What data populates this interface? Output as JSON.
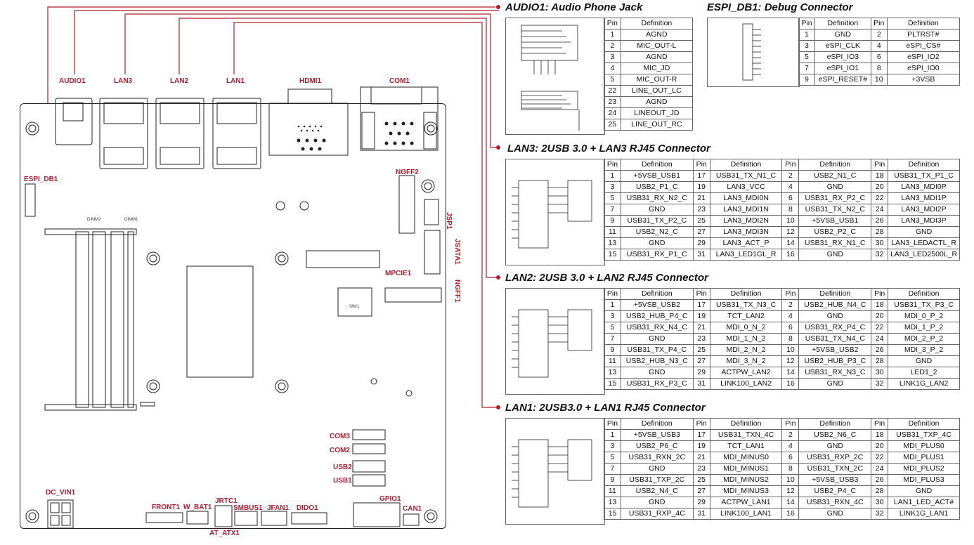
{
  "board_labels": {
    "audio1": "AUDIO1",
    "lan3": "LAN3",
    "lan2": "LAN2",
    "lan1": "LAN1",
    "hdmi1": "HDMI1",
    "com1": "COM1",
    "espi_db1": "ESPI_DB1",
    "ngff2": "NGFF2",
    "jsp1": "JSP1",
    "jsata1": "JSATA1",
    "ngff1": "NGFF1",
    "mpcie1": "MPCIE1",
    "sim1": "SIM1",
    "dimm1": "DIMM1",
    "dimm2": "DIMM2",
    "com3": "COM3",
    "com2": "COM2",
    "usb2": "USB2",
    "usb1": "USB1",
    "dc_vin1": "DC_VIN1",
    "front1": "FRONT1",
    "w_bat1": "W_BAT1",
    "jrtc1": "JRTC1",
    "smbus1": "SMBUS1",
    "jfan1": "JFAN1",
    "dido1": "DIDO1",
    "gpio1": "GPIO1",
    "can1": "CAN1",
    "at_atx1": "AT_ATX1"
  },
  "audio1": {
    "title": "AUDIO1: Audio Phone Jack",
    "header": [
      "Pin",
      "Definition"
    ],
    "rows": [
      [
        "1",
        "AGND"
      ],
      [
        "2",
        "MIC_OUT-L"
      ],
      [
        "3",
        "AGND"
      ],
      [
        "4",
        "MIC_JD"
      ],
      [
        "5",
        "MIC_OUT-R"
      ],
      [
        "22",
        "LINE_OUT_LC"
      ],
      [
        "23",
        "AGND"
      ],
      [
        "24",
        "LINEOUT_JD"
      ],
      [
        "25",
        "LINE_OUT_RC"
      ]
    ]
  },
  "espi": {
    "title": "ESPI_DB1: Debug Connector",
    "header": [
      "Pin",
      "Definition",
      "Pin",
      "Definition"
    ],
    "rows": [
      [
        "1",
        "GND",
        "2",
        "PLTRST#"
      ],
      [
        "3",
        "eSPI_CLK",
        "4",
        "eSPI_CS#"
      ],
      [
        "5",
        "eSPI_IO3",
        "6",
        "eSPI_IO2"
      ],
      [
        "7",
        "eSPI_IO1",
        "8",
        "eSPI_IO0"
      ],
      [
        "9",
        "eSPI_RESET#",
        "10",
        "+3VSB"
      ]
    ]
  },
  "lan3": {
    "title": "LAN3: 2USB 3.0 + LAN3 RJ45 Connector",
    "header": [
      "Pin",
      "Definition",
      "Pin",
      "Definition",
      "Pin",
      "Definition",
      "Pin",
      "Definition"
    ],
    "rows": [
      [
        "1",
        "+5VSB_USB1",
        "17",
        "USB31_TX_N1_C",
        "2",
        "USB2_N1_C",
        "18",
        "USB31_TX_P1_C"
      ],
      [
        "3",
        "USB2_P1_C",
        "19",
        "LAN3_VCC",
        "4",
        "GND",
        "20",
        "LAN3_MDI0P"
      ],
      [
        "5",
        "USB31_RX_N2_C",
        "21",
        "LAN3_MDI0N",
        "6",
        "USB31_RX_P2_C",
        "22",
        "LAN3_MDI1P"
      ],
      [
        "7",
        "GND",
        "23",
        "LAN3_MDI1N",
        "8",
        "USB31_TX_N2_C",
        "24",
        "LAN3_MDI2P"
      ],
      [
        "9",
        "USB31_TX_P2_C",
        "25",
        "LAN3_MDI2N",
        "10",
        "+5VSB_USB1",
        "26",
        "LAN3_MDI3P"
      ],
      [
        "11",
        "USB2_N2_C",
        "27",
        "LAN3_MDI3N",
        "12",
        "USB2_P2_C",
        "28",
        "GND"
      ],
      [
        "13",
        "GND",
        "29",
        "LAN3_ACT_P",
        "14",
        "USB31_RX_N1_C",
        "30",
        "LAN3_LEDACTL_R"
      ],
      [
        "15",
        "USB31_RX_P1_C",
        "31",
        "LAN3_LED1GL_R",
        "16",
        "GND",
        "32",
        "LAN3_LED2500L_R"
      ]
    ]
  },
  "lan2": {
    "title": "LAN2: 2USB 3.0 + LAN2 RJ45 Connector",
    "header": [
      "Pin",
      "Definition",
      "Pin",
      "Definition",
      "Pin",
      "Definition",
      "Pin",
      "Definition"
    ],
    "rows": [
      [
        "1",
        "+5VSB_USB2",
        "17",
        "USB31_TX_N3_C",
        "2",
        "USB2_HUB_N4_C",
        "18",
        "USB31_TX_P3_C"
      ],
      [
        "3",
        "USB2_HUB_P4_C",
        "19",
        "TCT_LAN2",
        "4",
        "GND",
        "20",
        "MDI_0_P_2"
      ],
      [
        "5",
        "USB31_RX_N4_C",
        "21",
        "MDI_0_N_2",
        "6",
        "USB31_RX_P4_C",
        "22",
        "MDI_1_P_2"
      ],
      [
        "7",
        "GND",
        "23",
        "MDI_1_N_2",
        "8",
        "USB31_TX_N4_C",
        "24",
        "MDI_2_P_2"
      ],
      [
        "9",
        "USB31_TX_P4_C",
        "25",
        "MDI_2_N_2",
        "10",
        "+5VSB_USB2",
        "26",
        "MDI_3_P_2"
      ],
      [
        "11",
        "USB2_HUB_N3_C",
        "27",
        "MDI_3_N_2",
        "12",
        "USB2_HUB_P3_C",
        "28",
        "GND"
      ],
      [
        "13",
        "GND",
        "29",
        "ACTPW_LAN2",
        "14",
        "USB31_RX_N3_C",
        "30",
        "LED1_2"
      ],
      [
        "15",
        "USB31_RX_P3_C",
        "31",
        "LINK100_LAN2",
        "16",
        "GND",
        "32",
        "LINK1G_LAN2"
      ]
    ]
  },
  "lan1": {
    "title": "LAN1: 2USB3.0 + LAN1 RJ45 Connector",
    "header": [
      "Pin",
      "Definition",
      "Pin",
      "Definition",
      "Pin",
      "Definition",
      "Pin",
      "Definition"
    ],
    "rows": [
      [
        "1",
        "+5VSB_USB3",
        "17",
        "USB31_TXN_4C",
        "2",
        "USB2_N6_C",
        "18",
        "USB31_TXP_4C"
      ],
      [
        "3",
        "USB2_P6_C",
        "19",
        "TCT_LAN1",
        "4",
        "GND",
        "20",
        "MDI_PLUS0"
      ],
      [
        "5",
        "USB31_RXN_2C",
        "21",
        "MDI_MINUS0",
        "6",
        "USB31_RXP_2C",
        "22",
        "MDI_PLUS1"
      ],
      [
        "7",
        "GND",
        "23",
        "MDI_MINUS1",
        "8",
        "USB31_TXN_2C",
        "24",
        "MDI_PLUS2"
      ],
      [
        "9",
        "USB31_TXP_2C",
        "25",
        "MDI_MINUS2",
        "10",
        "+5VSB_USB3",
        "26",
        "MDI_PLUS3"
      ],
      [
        "11",
        "USB2_N4_C",
        "27",
        "MDI_MINUS3",
        "12",
        "USB2_P4_C",
        "28",
        "GND"
      ],
      [
        "13",
        "GND",
        "29",
        "ACTPW_LAN1",
        "14",
        "USB31_RXN_4C",
        "30",
        "LAN1_LED_ACT#"
      ],
      [
        "15",
        "USB31_RXP_4C",
        "31",
        "LINK100_LAN1",
        "16",
        "GND",
        "32",
        "LINK1G_LAN1"
      ]
    ]
  },
  "colors": {
    "leader_line": "#b01c2e",
    "label_red": "#b01c2e"
  }
}
